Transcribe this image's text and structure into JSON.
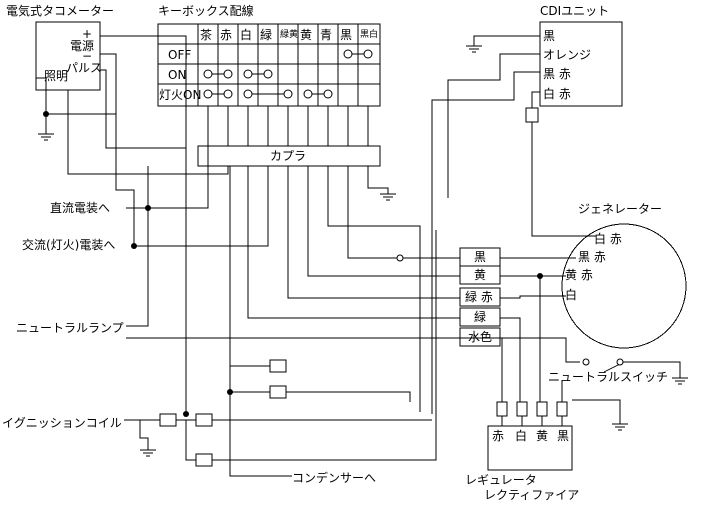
{
  "labels": {
    "tachometer": "電気式タコメーター",
    "tach_plus": "+",
    "tach_power": "電源",
    "tach_minus": "−",
    "tach_pulse": "パルス",
    "tach_light": "照明",
    "key_box": "キーボックス配線",
    "cdi_unit": "CDIユニット",
    "generator": "ジェネレーター",
    "coupler": "カプラ",
    "dc_equip": "直流電装へ",
    "ac_equip": "交流(灯火)電装へ",
    "neutral_lamp": "ニュートラルランプ",
    "ignition_coil": "イグニッションコイル",
    "condenser": "コンデンサーへ",
    "neutral_switch": "ニュートラルスイッチ",
    "regulator_line1": "レギュレータ",
    "regulator_line2": "レクティファイア"
  },
  "key_table": {
    "columns": [
      "茶",
      "赤",
      "白",
      "緑",
      "緑黄",
      "黄",
      "青",
      "黒",
      "黒白"
    ],
    "rows": [
      "OFF",
      "ON",
      "灯火ON"
    ]
  },
  "cdi_terminals": [
    "黒",
    "オレンジ",
    "黒 赤",
    "白 赤"
  ],
  "generator_terminals": [
    "白 赤",
    "黒 赤",
    "黄 赤",
    "白"
  ],
  "junction_connectors": [
    "黒",
    "黄",
    "緑 赤",
    "緑",
    "水色"
  ],
  "regulator_terminals": [
    "赤",
    "白",
    "黄",
    "黒"
  ]
}
